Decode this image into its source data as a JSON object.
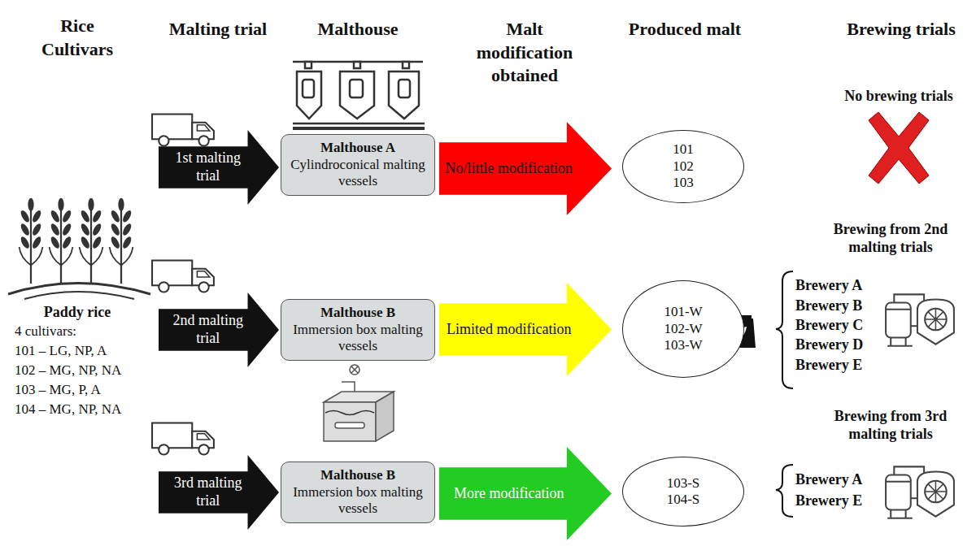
{
  "diagram": {
    "nodes": [
      {
        "text": [
          "1st malting trial"
        ]
      },
      {
        "text": [
          "Malthouse A",
          "Cylindroconical malting vessels"
        ]
      },
      {
        "text": [
          "No/little modification"
        ]
      },
      {
        "text": [
          "101",
          "102",
          "103"
        ]
      },
      {
        "text": [
          "2nd malting trial"
        ]
      },
      {
        "text": [
          "Malthouse B",
          "Immersion box malting vessels"
        ]
      },
      {
        "text": [
          "Limited modification"
        ]
      },
      {
        "text": [
          "101-W",
          "102-W",
          "103-W"
        ]
      },
      {
        "text": [
          "3rd malting trial"
        ]
      },
      {
        "text": [
          "Malthouse B",
          "Immersion box malting vessels"
        ]
      },
      {
        "text": [
          "More modification"
        ]
      },
      {
        "text": [
          "103-S",
          "104-S"
        ]
      }
    ],
    "labels": [
      "Rice Cultivars",
      "Malting trial",
      "Malthouse",
      "Malt modification obtained",
      "Produced malt",
      "Brewing trials",
      "Paddy rice",
      "4 cultivars:",
      "101 – LG, NP, A",
      "102 – MG, NP, NA",
      "103 – MG, P, A",
      "104 – MG, NP, NA",
      "No brewing trials",
      "Brewing from 2nd malting trials",
      "Brewery A",
      "Brewery B",
      "Brewery C",
      "Brewery D",
      "Brewery E",
      "Brewing from 3rd malting trials",
      "Brewery A",
      "Brewery E"
    ]
  }
}
